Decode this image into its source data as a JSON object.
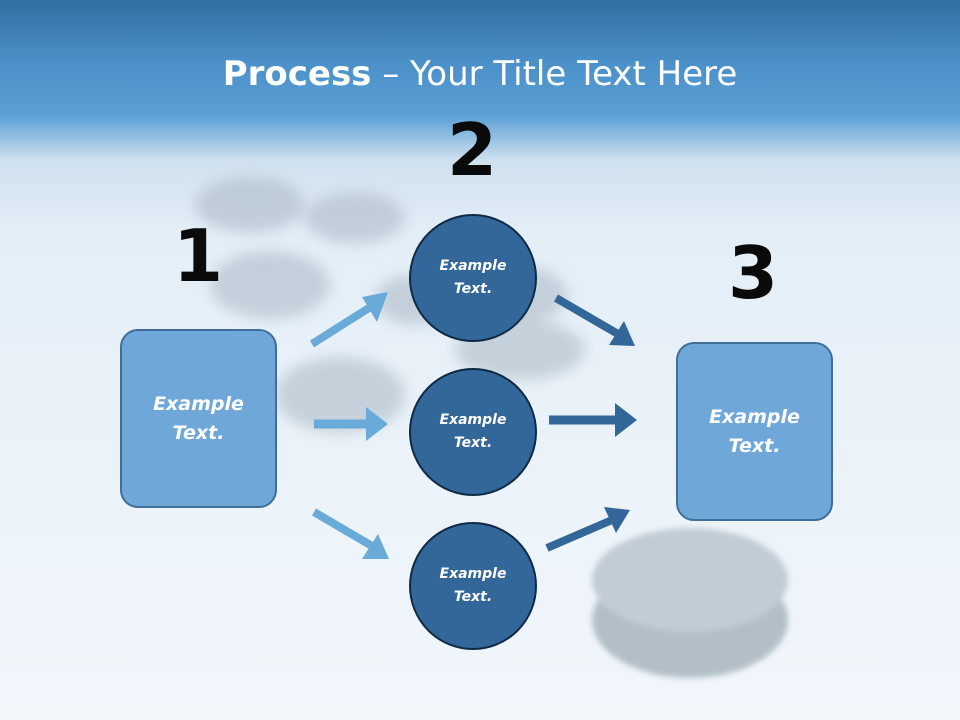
{
  "slide": {
    "title_bold": "Process",
    "title_rest": " – Your Title Text Here"
  },
  "steps": {
    "one": {
      "number": "1"
    },
    "two": {
      "number": "2"
    },
    "three": {
      "number": "3"
    }
  },
  "left_box": {
    "text": "Example Text."
  },
  "circles": [
    {
      "text": "Example Text."
    },
    {
      "text": "Example Text."
    },
    {
      "text": "Example Text."
    }
  ],
  "right_box": {
    "text": "Example Text."
  },
  "colors": {
    "light_box": "#6fa8d8",
    "circle": "#336699",
    "light_arrow": "#6aaad8",
    "dark_arrow": "#336699"
  }
}
